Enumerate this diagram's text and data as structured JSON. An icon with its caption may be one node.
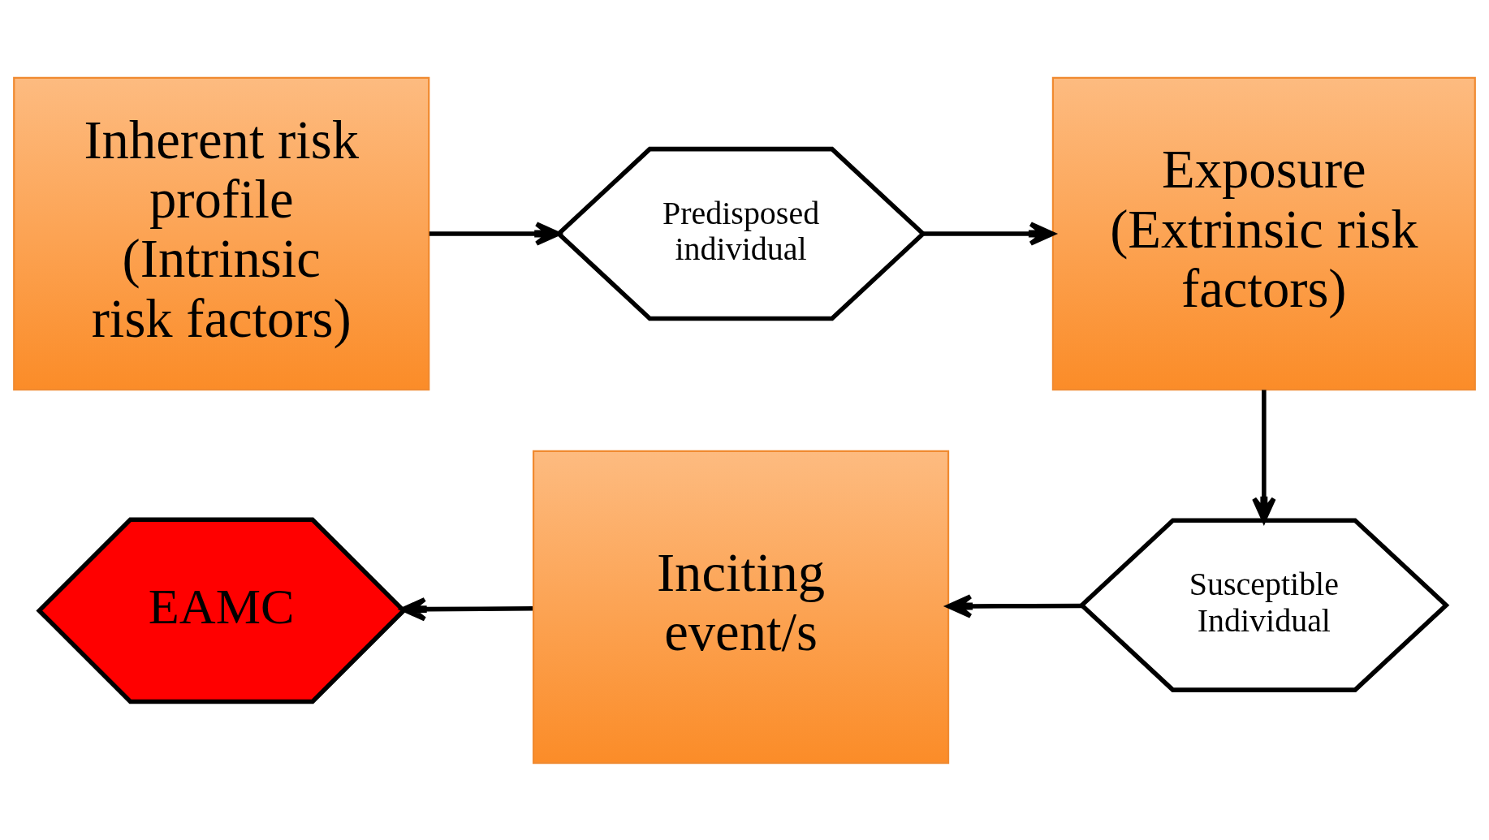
{
  "diagram": {
    "nodes": [
      {
        "text": [
          "Inherent risk profile (Intrinsic risk factors)"
        ]
      },
      {
        "text": [
          "Predisposed individual"
        ]
      },
      {
        "text": [
          "Exposure (Extrinsic risk factors)"
        ]
      },
      {
        "text": [
          "Susceptible Individual"
        ]
      },
      {
        "text": [
          "Inciting event/s"
        ]
      },
      {
        "text": [
          "EAMC"
        ]
      }
    ],
    "edges": [
      {
        "from": 0,
        "to": 1,
        "arrow": "to"
      },
      {
        "from": 1,
        "to": 2,
        "arrow": "to"
      },
      {
        "from": 2,
        "to": 3,
        "arrow": "to"
      },
      {
        "from": 3,
        "to": 4,
        "arrow": "to"
      },
      {
        "from": 4,
        "to": 5,
        "arrow": "to"
      }
    ]
  }
}
